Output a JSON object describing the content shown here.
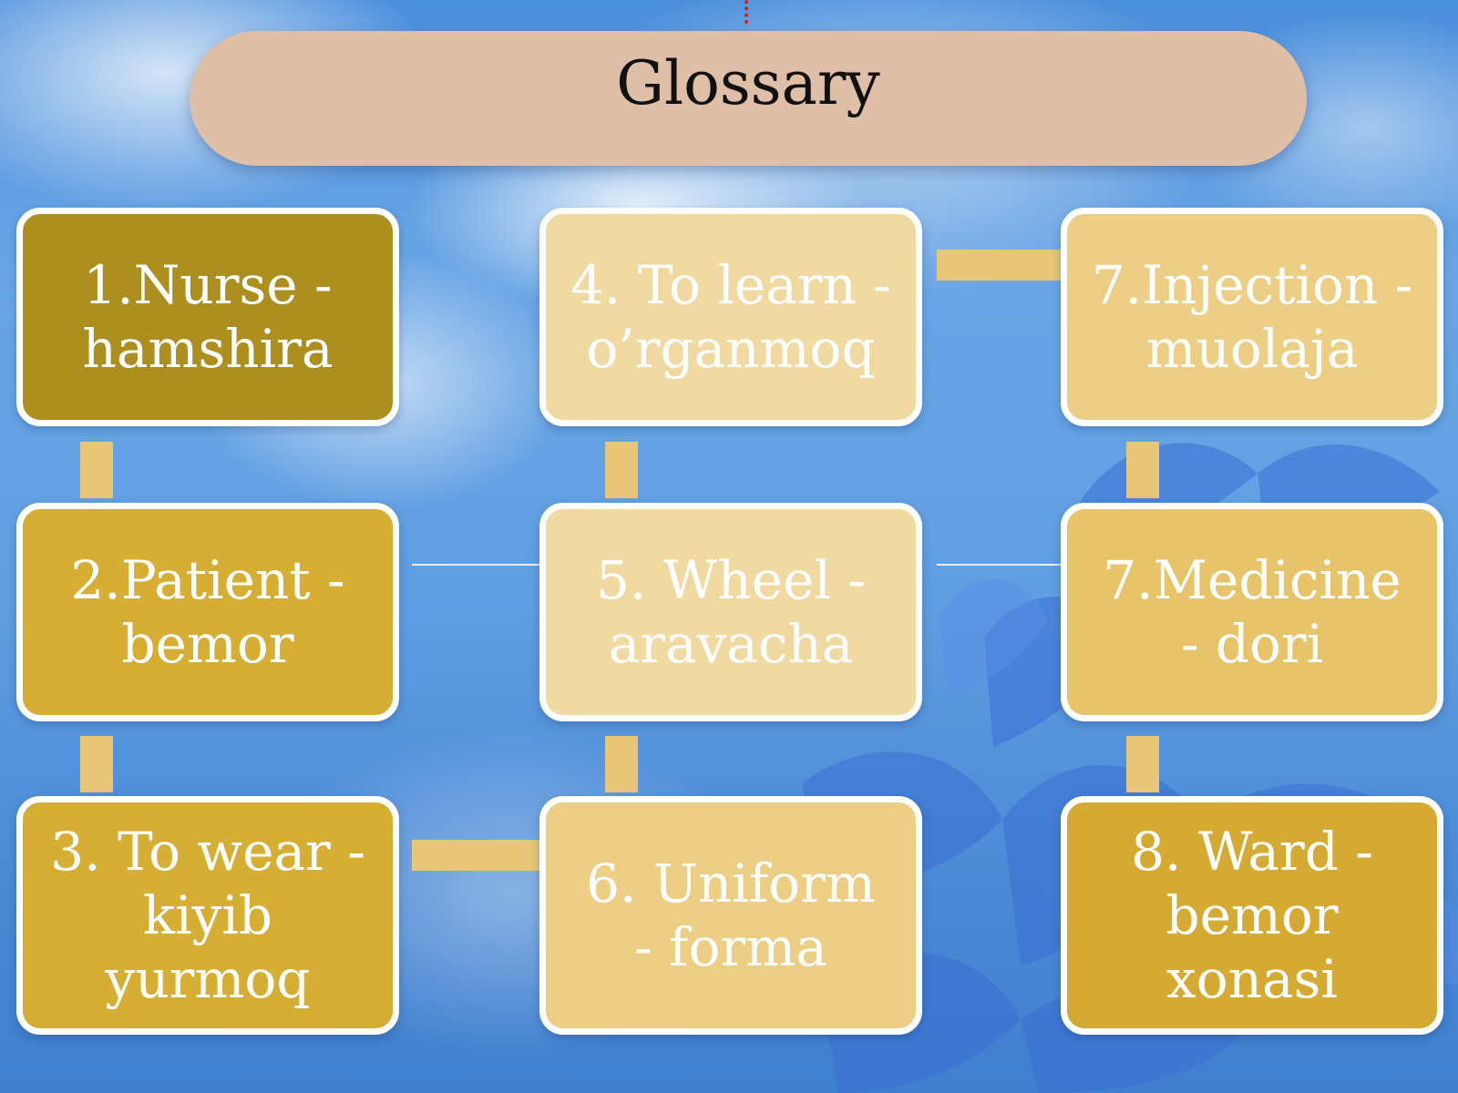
{
  "title": "Glossary",
  "colors": {
    "title_bar": "#dfbfa7",
    "connector": "#e7c777",
    "card_border": "#ffffff",
    "sky": "#5f9ee2"
  },
  "cards": [
    {
      "id": "nurse",
      "lines": [
        "1.Nurse   -",
        "hamshira"
      ]
    },
    {
      "id": "patient",
      "lines": [
        "2.Patient   -",
        "bemor"
      ]
    },
    {
      "id": "to-wear",
      "lines": [
        "3. To wear -",
        "kiyib",
        "yurmoq"
      ]
    },
    {
      "id": "to-learn",
      "lines": [
        "4. To learn -",
        "o’rganmoq"
      ]
    },
    {
      "id": "wheel",
      "lines": [
        "5. Wheel   -",
        "aravacha"
      ]
    },
    {
      "id": "uniform",
      "lines": [
        "6. Uniform",
        "- forma"
      ]
    },
    {
      "id": "injection",
      "lines": [
        "7.Injection -",
        "muolaja"
      ]
    },
    {
      "id": "medicine",
      "lines": [
        "7.Medicine",
        "-  dori"
      ]
    },
    {
      "id": "ward",
      "lines": [
        "8. Ward  -",
        "bemor",
        "xonasi"
      ]
    }
  ]
}
